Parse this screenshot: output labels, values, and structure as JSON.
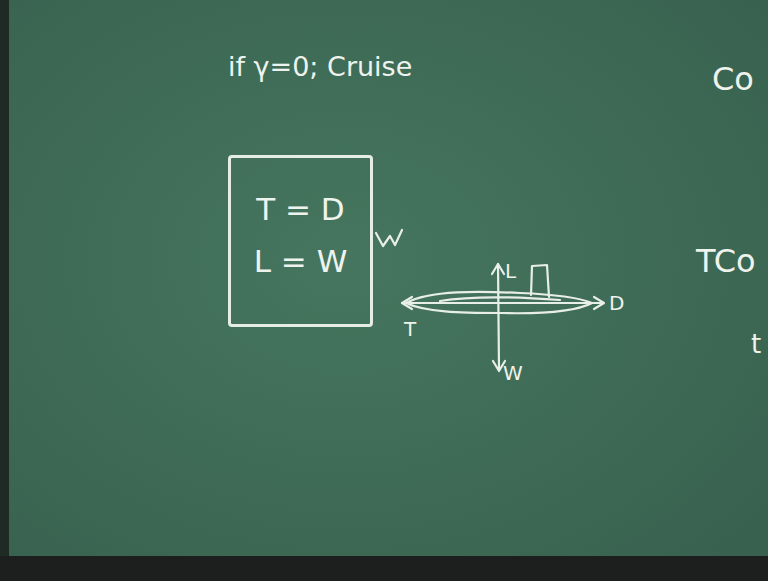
{
  "diagram": {
    "nodes": [
      {
        "text": [
          "T = D",
          "L = W"
        ]
      }
    ],
    "labels": [
      "if γ=0; Cruise",
      "L",
      "W",
      "T",
      "D",
      "Co",
      "TCo",
      "t"
    ]
  }
}
